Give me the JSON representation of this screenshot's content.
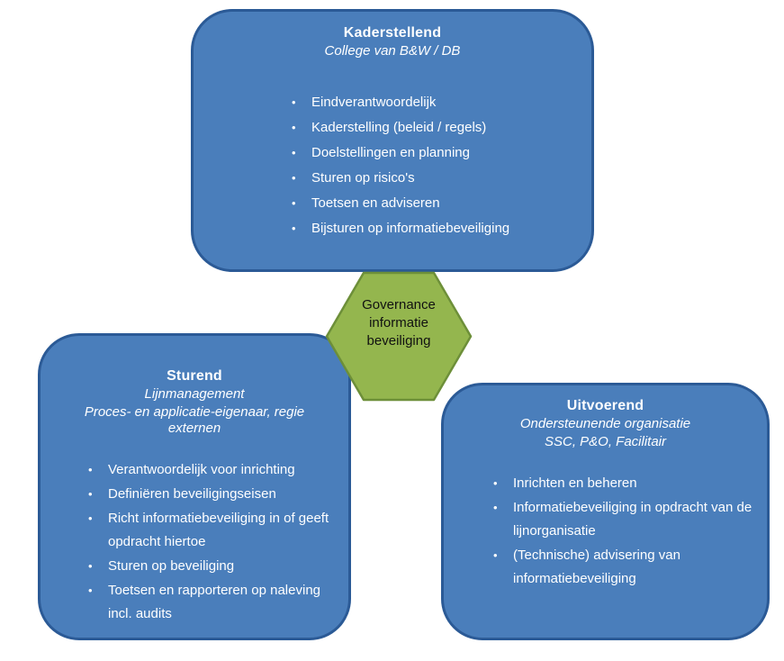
{
  "colors": {
    "box_fill": "#4a7ebb",
    "box_border": "#2b5a96",
    "hex_fill": "#94b64e",
    "hex_border": "#6d8f39",
    "box_text": "#ffffff",
    "hex_text": "#111111"
  },
  "hexagon": {
    "lines": [
      "Governance",
      "informatie",
      "beveiliging"
    ]
  },
  "boxes": {
    "kaderstellend": {
      "title": "Kaderstellend",
      "subtitle_lines": [
        "College van B&W /  DB"
      ],
      "bullets": [
        "Eindverantwoordelijk",
        "Kaderstelling (beleid / regels)",
        "Doelstellingen en planning",
        "Sturen op risico's",
        "Toetsen en adviseren",
        "Bijsturen op informatiebeveiliging"
      ]
    },
    "sturend": {
      "title": "Sturend",
      "subtitle_lines": [
        "Lijnmanagement",
        "Proces- en applicatie-eigenaar, regie externen"
      ],
      "bullets": [
        "Verantwoordelijk voor inrichting",
        "Definiëren beveiligingseisen",
        "Richt informatiebeveiliging in of geeft opdracht hiertoe",
        "Sturen op beveiliging",
        "Toetsen en rapporteren op naleving incl. audits"
      ]
    },
    "uitvoerend": {
      "title": "Uitvoerend",
      "subtitle_lines": [
        "Ondersteunende organisatie",
        "SSC, P&O, Facilitair"
      ],
      "bullets": [
        "Inrichten en beheren",
        "Informatiebeveiliging in opdracht van de lijnorganisatie",
        "(Technische) advisering van informatiebeveiliging"
      ]
    }
  }
}
